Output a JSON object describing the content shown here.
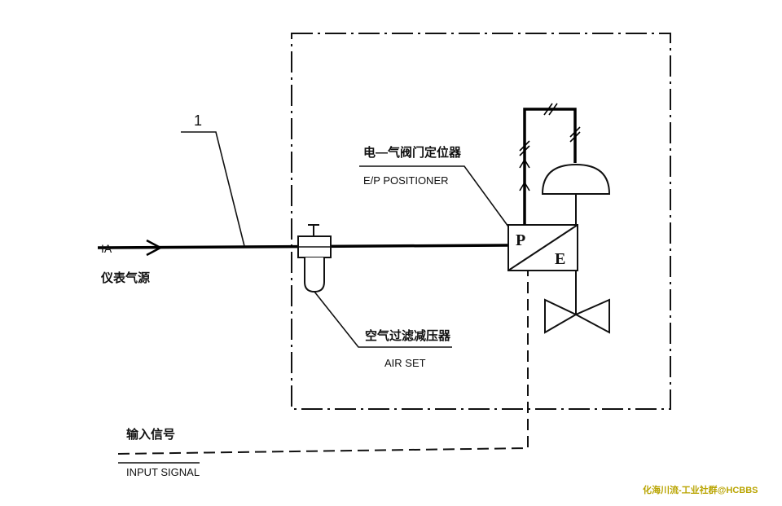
{
  "callout_number": "1",
  "source": {
    "code": "IA",
    "name_cn": "仪表气源"
  },
  "positioner": {
    "name_cn": "电—气阀门定位器",
    "name_en": "E/P POSITIONER",
    "port_p": "P",
    "port_e": "E"
  },
  "air_set": {
    "name_cn": "空气过滤减压器",
    "name_en": "AIR SET"
  },
  "input_signal": {
    "name_cn": "输入信号",
    "name_en": "INPUT SIGNAL"
  },
  "watermark": "化海川流-工业社群@HCBBS"
}
